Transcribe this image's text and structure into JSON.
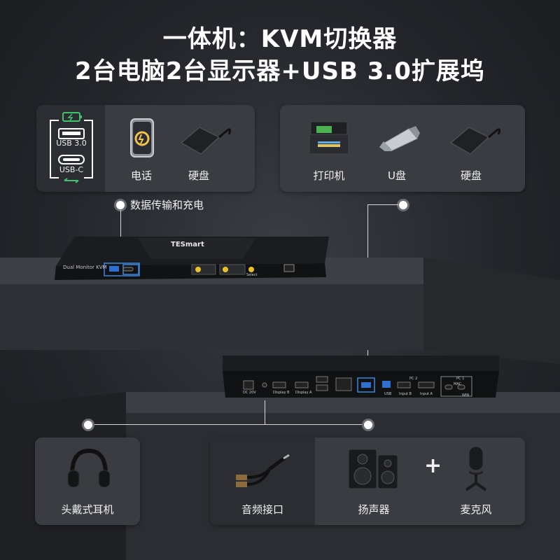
{
  "title": {
    "line1": "一体机：KVM切换器",
    "line2": "2台电脑2台显示器+USB 3.0扩展坞"
  },
  "top_left_panel": {
    "port_labels": [
      "USB 3.0",
      "USB-C"
    ],
    "items": [
      {
        "icon": "phone-icon",
        "label": "电话"
      },
      {
        "icon": "hard-drive-icon",
        "label": "硬盘"
      }
    ],
    "caption": "数据传输和充电"
  },
  "top_right_panel": {
    "items": [
      {
        "icon": "printer-icon",
        "label": "打印机"
      },
      {
        "icon": "usb-drive-icon",
        "label": "U盘"
      },
      {
        "icon": "hard-drive-icon",
        "label": "硬盘"
      }
    ]
  },
  "front_device": {
    "model_text": "Dual Monitor KVM",
    "brand": "TESmart",
    "buttons": [
      "Select"
    ]
  },
  "rear_device": {
    "port_labels": [
      "DC 20V",
      "Display B",
      "Display A",
      "USB",
      "Input B",
      "Input A",
      "PC 2",
      "PC 1",
      "MAC",
      "WIN"
    ]
  },
  "bottom_left_panel": {
    "items": [
      {
        "icon": "headphones-icon",
        "label": "头戴式耳机"
      }
    ]
  },
  "bottom_right_panel": {
    "items": [
      {
        "icon": "audio-splitter-icon",
        "label": "音频接口"
      },
      {
        "icon": "speakers-icon",
        "label": "扬声器"
      },
      {
        "icon": "microphone-icon",
        "label": "麦克风"
      }
    ],
    "plus": "+"
  },
  "colors": {
    "background": "#24262b",
    "panel": "#3a3c42",
    "panel_dark": "#2b2d32",
    "highlight_port": "#2f7ad8",
    "button_yellow": "#e8c12a"
  }
}
